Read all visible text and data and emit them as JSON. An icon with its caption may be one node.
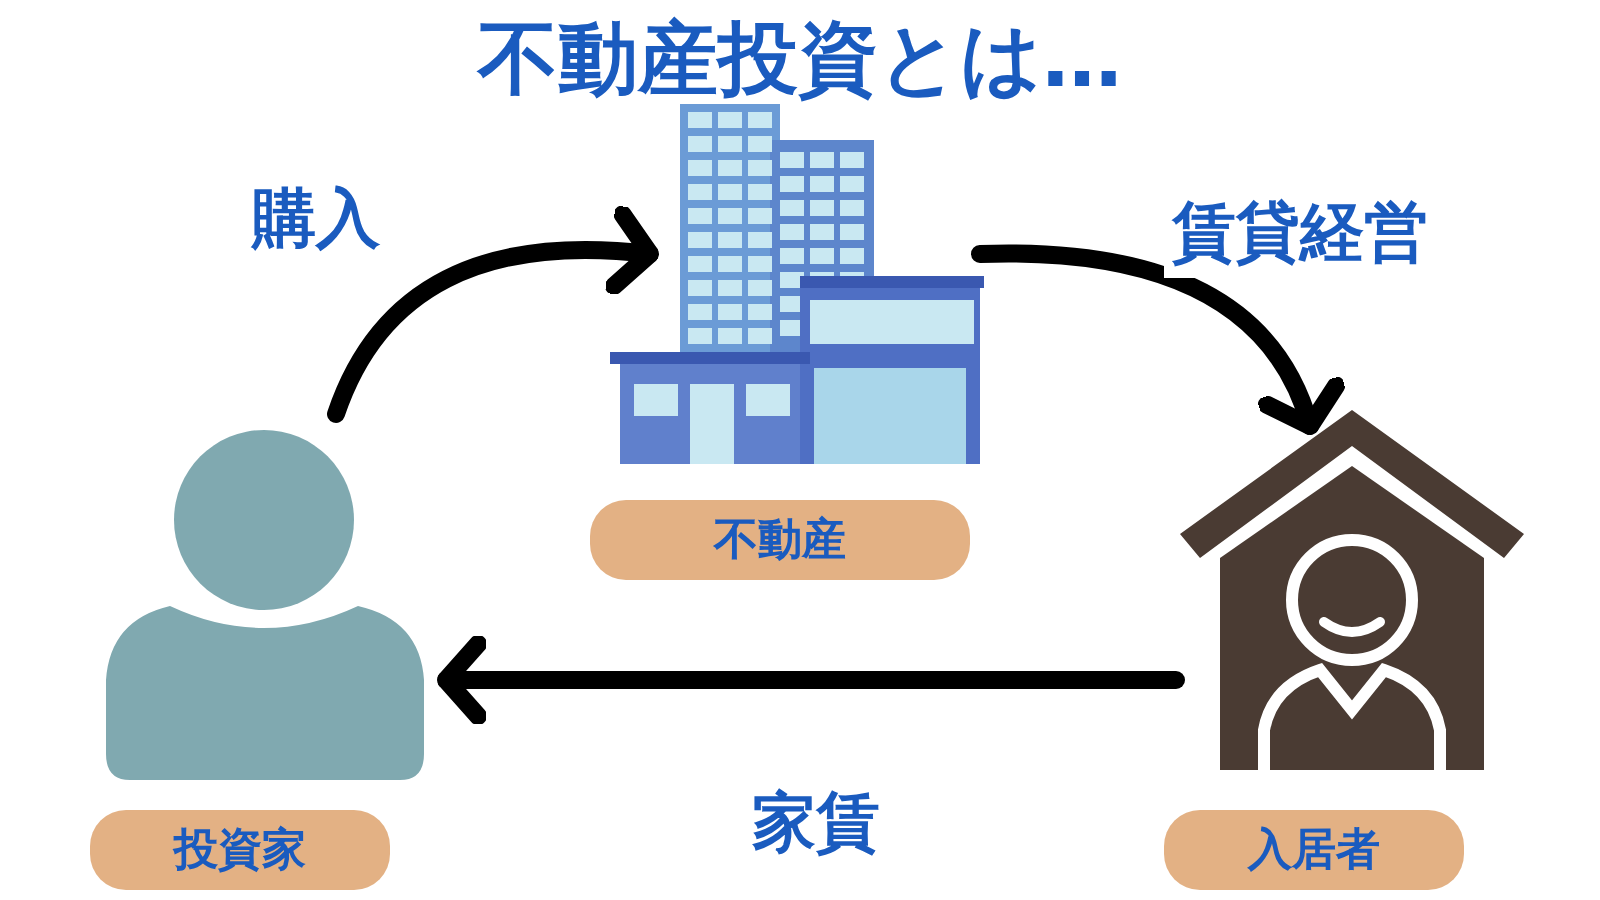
{
  "diagram": {
    "title": "不動産投資とは…",
    "nodes": [
      {
        "text": [],
        "shape": "person"
      },
      {
        "text": [],
        "shape": "picture"
      },
      {
        "text": [],
        "shape": "picture"
      },
      {
        "text": [
          "不動産"
        ]
      },
      {
        "text": [
          "投資家"
        ]
      },
      {
        "text": [
          "入居者"
        ]
      }
    ],
    "edges": [
      {
        "from": 0,
        "to": 1,
        "arrow": "to",
        "label": "購入"
      },
      {
        "from": 1,
        "to": 2,
        "arrow": "to",
        "label": "賃貸経営"
      },
      {
        "from": 2,
        "to": 0,
        "arrow": "to",
        "label": "家賃"
      }
    ]
  }
}
